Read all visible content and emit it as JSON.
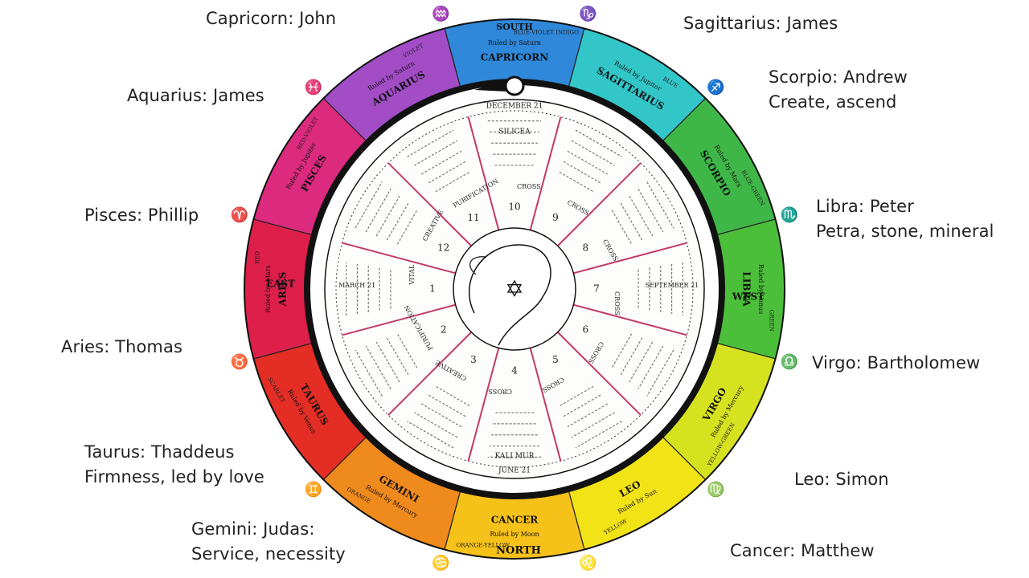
{
  "apostle_labels": [
    {
      "sign": "Capricorn",
      "apostle": "John",
      "note": "",
      "text": "Capricorn:  John"
    },
    {
      "sign": "Sagittarius",
      "apostle": "James",
      "note": "",
      "text": "Sagittarius:  James"
    },
    {
      "sign": "Aquarius",
      "apostle": "James",
      "note": "",
      "text": "Aquarius:  James"
    },
    {
      "sign": "Scorpio",
      "apostle": "Andrew",
      "note": "Create, ascend",
      "text": "Scorpio:  Andrew"
    },
    {
      "sign": "Pisces",
      "apostle": "Phillip",
      "note": "",
      "text": "Pisces:  Phillip"
    },
    {
      "sign": "Libra",
      "apostle": "Peter",
      "note": "Petra, stone, mineral",
      "text": "Libra:  Peter"
    },
    {
      "sign": "Aries",
      "apostle": "Thomas",
      "note": "",
      "text": "Aries:  Thomas"
    },
    {
      "sign": "Virgo",
      "apostle": "Bartholomew",
      "note": "",
      "text": "Virgo:  Bartholomew"
    },
    {
      "sign": "Taurus",
      "apostle": "Thaddeus",
      "note": "Firmness, led by love",
      "text": "Taurus:  Thaddeus"
    },
    {
      "sign": "Leo",
      "apostle": "Simon",
      "note": "",
      "text": "Leo:  Simon"
    },
    {
      "sign": "Gemini",
      "apostle": "Judas:",
      "note": "Service, necessity",
      "text": "Gemini:  Judas:"
    },
    {
      "sign": "Cancer",
      "apostle": "Matthew",
      "note": "",
      "text": "Cancer:  Matthew"
    }
  ],
  "wheel": {
    "directions": {
      "south": "SOUTH",
      "north": "NORTH",
      "east": "EAST",
      "west": "WEST"
    },
    "signs": [
      {
        "name": "CAPRICORN",
        "color": "#2f88d9",
        "ruler": "Ruled by Saturn",
        "band_color": "BLUE-VIOLET INDIGO",
        "glyph": "♑"
      },
      {
        "name": "SAGITTARIUS",
        "color": "#33c6c9",
        "ruler": "Ruled by Jupiter",
        "band_color": "BLUE",
        "glyph": "♐"
      },
      {
        "name": "SCORPIO",
        "color": "#3fb748",
        "ruler": "Ruled by Mars",
        "band_color": "BLUE-GREEN",
        "glyph": "♏"
      },
      {
        "name": "LIBRA",
        "color": "#4cbf3a",
        "ruler": "Ruled by Venus",
        "band_color": "GREEN",
        "glyph": "♎"
      },
      {
        "name": "VIRGO",
        "color": "#d6e21f",
        "ruler": "Ruled by Mercury",
        "band_color": "YELLOW-GREEN",
        "glyph": "♍"
      },
      {
        "name": "LEO",
        "color": "#f2e316",
        "ruler": "Ruled by Sun",
        "band_color": "YELLOW",
        "glyph": "♌"
      },
      {
        "name": "CANCER",
        "color": "#f6c21a",
        "ruler": "Ruled by Moon",
        "band_color": "ORANGE-YELLOW",
        "glyph": "♋"
      },
      {
        "name": "GEMINI",
        "color": "#ef8a1c",
        "ruler": "Ruled by Mercury",
        "band_color": "ORANGE",
        "glyph": "♊"
      },
      {
        "name": "TAURUS",
        "color": "#e32d25",
        "ruler": "Ruled by Venus",
        "band_color": "SCARLET",
        "glyph": "♉"
      },
      {
        "name": "ARIES",
        "color": "#dd1f4a",
        "ruler": "Ruled by Mars",
        "band_color": "RED",
        "glyph": "♈"
      },
      {
        "name": "PISCES",
        "color": "#dc2a7f",
        "ruler": "Ruled by Jupiter",
        "band_color": "RED-VIOLET",
        "glyph": "♓"
      },
      {
        "name": "AQUARIUS",
        "color": "#a24cc6",
        "ruler": "Ruled by Saturn",
        "band_color": "VIOLET",
        "glyph": "♒"
      }
    ],
    "dates": {
      "top": "DECEMBER 21",
      "bottom": "JUNE 21",
      "left": "MARCH 21",
      "right": "SEPTEMBER 21"
    },
    "sectors": [
      {
        "num": "10",
        "word": "CROSS"
      },
      {
        "num": "9",
        "word": "CROSS"
      },
      {
        "num": "8",
        "word": "CROSS"
      },
      {
        "num": "7",
        "word": "CROSS"
      },
      {
        "num": "6",
        "word": "CROSS"
      },
      {
        "num": "5",
        "word": "CROSS"
      },
      {
        "num": "4",
        "word": "CROSS"
      },
      {
        "num": "3",
        "word": "CREATIVE"
      },
      {
        "num": "2",
        "word": "PURIFICATION"
      },
      {
        "num": "1",
        "word": "VITAL"
      },
      {
        "num": "12",
        "word": "CREATIVE"
      },
      {
        "num": "11",
        "word": "PURIFICATION"
      }
    ],
    "minerals": {
      "top": "SILICEA",
      "bottom": "KALI MUR"
    },
    "colors": {
      "ring_border": "#111111",
      "spoke": "#c33a63",
      "inner_bg": "#ffffff"
    }
  }
}
